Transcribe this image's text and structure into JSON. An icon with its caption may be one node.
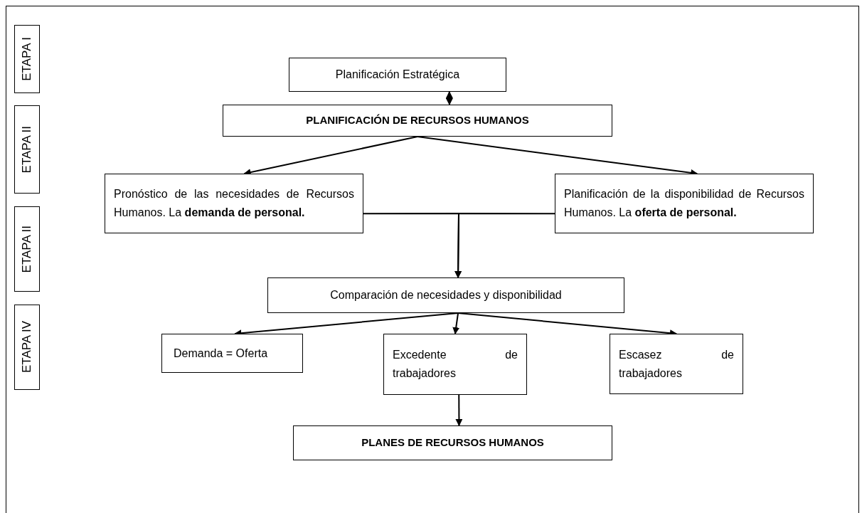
{
  "diagram": {
    "nodes": [
      {
        "text": [
          "ETAPA I"
        ]
      },
      {
        "text": [
          "Planificación  Estratégica"
        ]
      },
      {
        "text": [
          "PLANIFICACIÓN DE RECURSOS HUMANOS"
        ]
      },
      {
        "text": [
          "ETAPA II"
        ]
      },
      {
        "text": [
          "Pronóstico de las necesidades de Recursos Humanos. La **demanda de personal.**"
        ]
      },
      {
        "text": [
          "Planificación de la disponibilidad de Recursos Humanos. La **oferta de personal.**"
        ]
      },
      {
        "text": [
          "ETAPA II"
        ]
      },
      {
        "text": [
          "Comparación de necesidades y disponibilidad"
        ]
      },
      {
        "text": [
          "Demanda = Oferta"
        ]
      },
      {
        "text": [
          "Excedente de trabajadores"
        ]
      },
      {
        "text": [
          "Escasez de trabajadores"
        ]
      },
      {
        "text": [
          "ETAPA IV"
        ]
      },
      {
        "text": [
          "PLANES DE RECURSOS HUMANOS"
        ]
      }
    ],
    "edges": [
      {
        "from": 1,
        "to": 2,
        "arrow": "both"
      },
      {
        "from": 2,
        "to": 4,
        "arrow": "to"
      },
      {
        "from": 2,
        "to": 5,
        "arrow": "to"
      },
      {
        "from": 4,
        "to": 7,
        "arrow": "to"
      },
      {
        "from": 5,
        "to": 7,
        "arrow": "to"
      },
      {
        "from": 7,
        "to": 8,
        "arrow": "to"
      },
      {
        "from": 7,
        "to": 9,
        "arrow": "to"
      },
      {
        "from": 7,
        "to": 10,
        "arrow": "to"
      },
      {
        "from": 9,
        "to": 12,
        "arrow": "to"
      }
    ]
  }
}
